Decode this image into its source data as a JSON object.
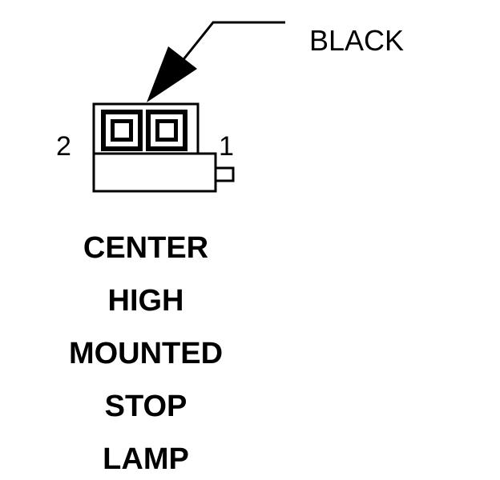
{
  "wire_color_label": "BLACK",
  "pins": {
    "left": "2",
    "right": "1"
  },
  "component_name": [
    "CENTER",
    "HIGH",
    "MOUNTED",
    "STOP",
    "LAMP"
  ],
  "colors": {
    "ink": "#000000",
    "background": "#ffffff"
  }
}
